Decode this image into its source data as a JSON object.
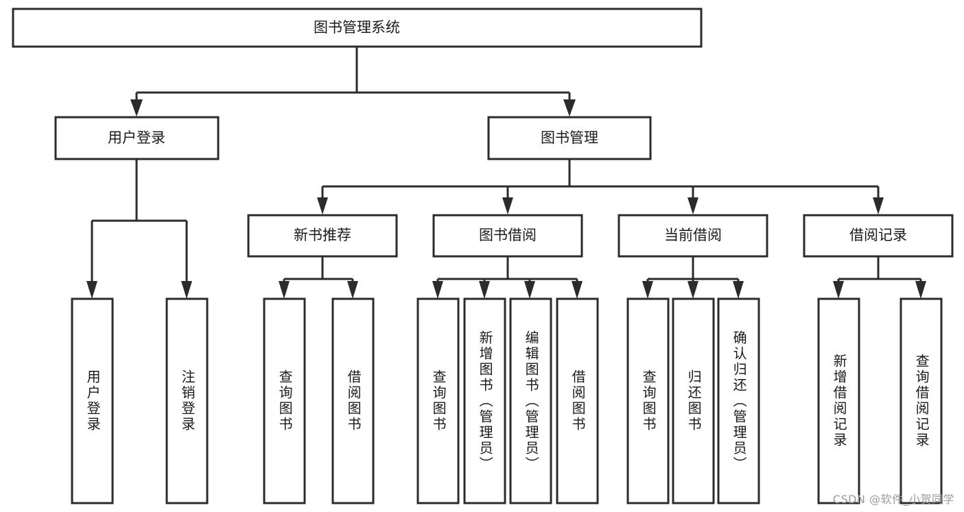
{
  "diagram": {
    "title": "图书管理系统",
    "type": "tree-hierarchy-chart",
    "watermark": "CSDN @软件_小贺同学",
    "colors": {
      "box_fill": "#ffffff",
      "box_stroke": "#2b2b2b",
      "text": "#1a1a1a",
      "background": "#ffffff",
      "watermark": "#9a9a9a"
    }
  },
  "root": {
    "label": "图书管理系统"
  },
  "level2": [
    {
      "label": "用户登录"
    },
    {
      "label": "图书管理"
    }
  ],
  "level3": [
    {
      "label": "新书推荐"
    },
    {
      "label": "图书借阅"
    },
    {
      "label": "当前借阅"
    },
    {
      "label": "借阅记录"
    }
  ],
  "leaves": {
    "user_login": [
      {
        "label": "用户登录"
      },
      {
        "label": "注销登录"
      }
    ],
    "new_book_recommend": [
      {
        "label": "查询图书"
      },
      {
        "label": "借阅图书"
      }
    ],
    "book_borrow": [
      {
        "label": "查询图书"
      },
      {
        "label": "新增图书（管理员）"
      },
      {
        "label": "编辑图书（管理员）"
      },
      {
        "label": "借阅图书"
      }
    ],
    "current_borrow": [
      {
        "label": "查询图书"
      },
      {
        "label": "归还图书"
      },
      {
        "label": "确认归还（管理员）"
      }
    ],
    "borrow_record": [
      {
        "label": "新增借阅记录"
      },
      {
        "label": "查询借阅记录"
      }
    ]
  }
}
